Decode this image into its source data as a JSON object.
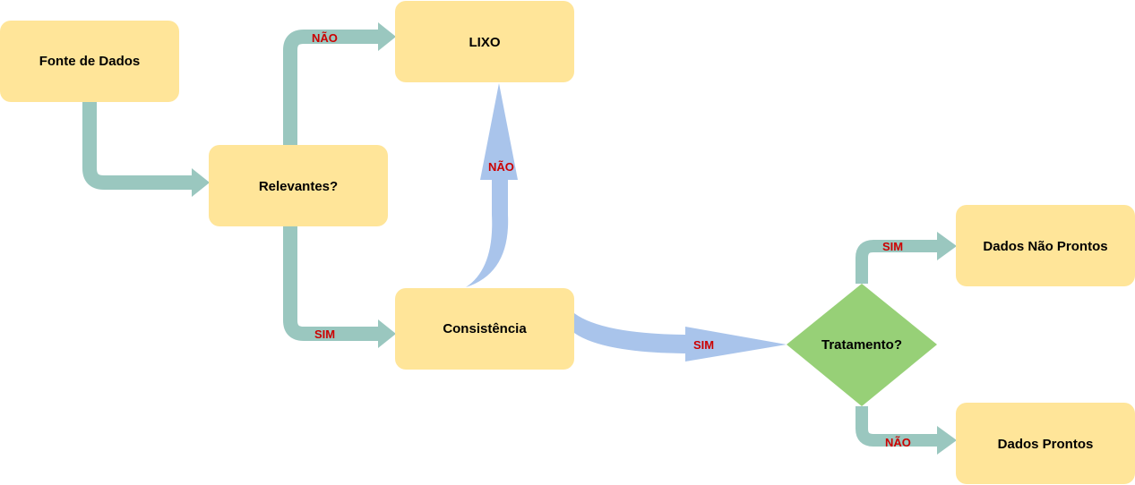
{
  "diagram": {
    "nodes": {
      "fonte": {
        "label": "Fonte de Dados",
        "shape": "rounded-rect"
      },
      "relevantes": {
        "label": "Relevantes?",
        "shape": "rounded-rect"
      },
      "lixo": {
        "label": "LIXO",
        "shape": "rounded-rect"
      },
      "consistencia": {
        "label": "Consistência",
        "shape": "rounded-rect"
      },
      "tratamento": {
        "label": "Tratamento?",
        "shape": "diamond"
      },
      "nao_prontos": {
        "label": "Dados Não Prontos",
        "shape": "rounded-rect"
      },
      "prontos": {
        "label": "Dados Prontos",
        "shape": "rounded-rect"
      }
    },
    "edges": {
      "fonte_relevantes": {
        "from": "Fonte de Dados",
        "to": "Relevantes?",
        "label": ""
      },
      "relevantes_lixo": {
        "from": "Relevantes?",
        "to": "LIXO",
        "label": "NÃO"
      },
      "relevantes_consistencia": {
        "from": "Relevantes?",
        "to": "Consistência",
        "label": "SIM"
      },
      "consistencia_lixo": {
        "from": "Consistência",
        "to": "LIXO",
        "label": "NÃO"
      },
      "consistencia_tratamento": {
        "from": "Consistência",
        "to": "Tratamento?",
        "label": "SIM"
      },
      "tratamento_nao_prontos": {
        "from": "Tratamento?",
        "to": "Dados Não Prontos",
        "label": "SIM"
      },
      "tratamento_prontos": {
        "from": "Tratamento?",
        "to": "Dados Prontos",
        "label": "NÃO"
      }
    },
    "colors": {
      "box_fill": "#ffe599",
      "diamond_fill": "#97d077",
      "connector_green": "#9ac7bf",
      "connector_blue": "#a9c4eb",
      "label_red": "#cc0000"
    }
  }
}
